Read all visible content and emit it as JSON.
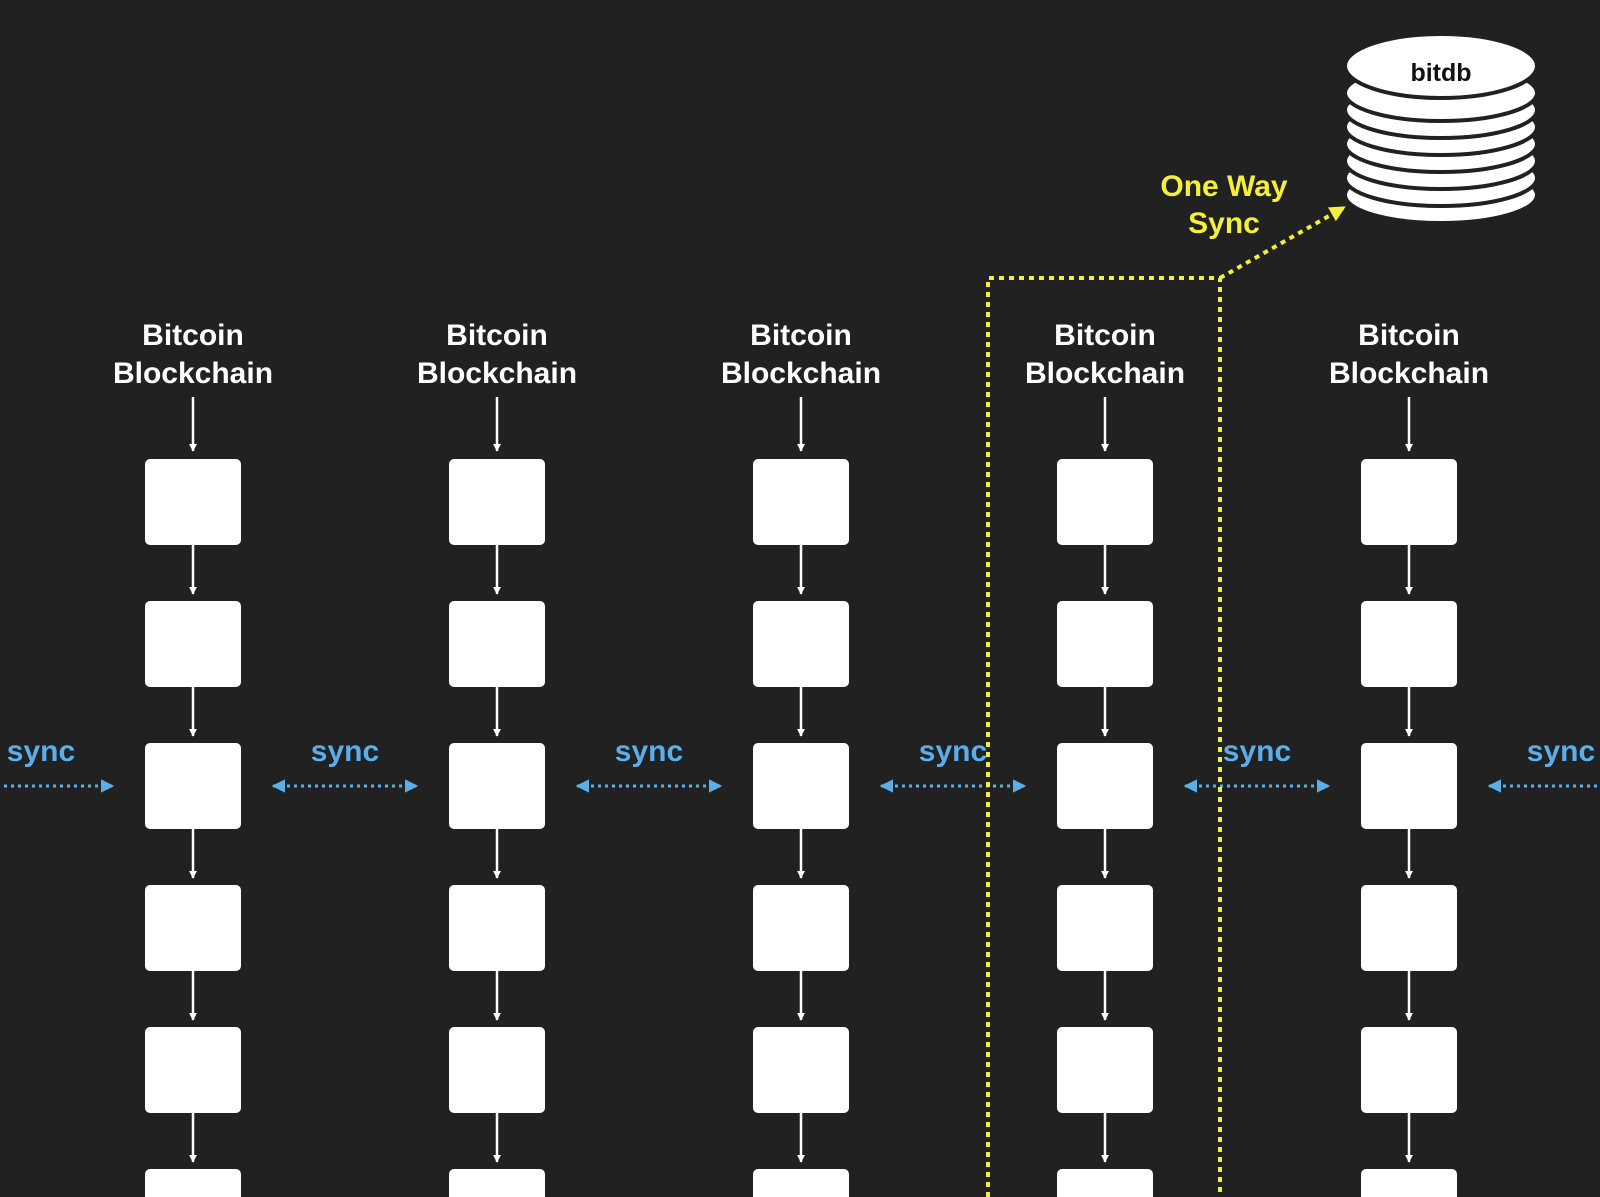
{
  "colors": {
    "background": "#212121",
    "block": "#ffffff",
    "sync": "#5aaeea",
    "one_way": "#f4ee3c",
    "db_text": "#111111"
  },
  "chains": [
    {
      "line1": "Bitcoin",
      "line2": "Blockchain"
    },
    {
      "line1": "Bitcoin",
      "line2": "Blockchain"
    },
    {
      "line1": "Bitcoin",
      "line2": "Blockchain"
    },
    {
      "line1": "Bitcoin",
      "line2": "Blockchain"
    },
    {
      "line1": "Bitcoin",
      "line2": "Blockchain"
    }
  ],
  "sync_links": [
    {
      "label": "sync"
    },
    {
      "label": "sync"
    },
    {
      "label": "sync"
    },
    {
      "label": "sync"
    },
    {
      "label": "sync"
    },
    {
      "label": "sync"
    }
  ],
  "one_way": {
    "line1": "One Way",
    "line2": "Sync"
  },
  "database": {
    "label": "bitdb",
    "icon": "database-icon"
  }
}
